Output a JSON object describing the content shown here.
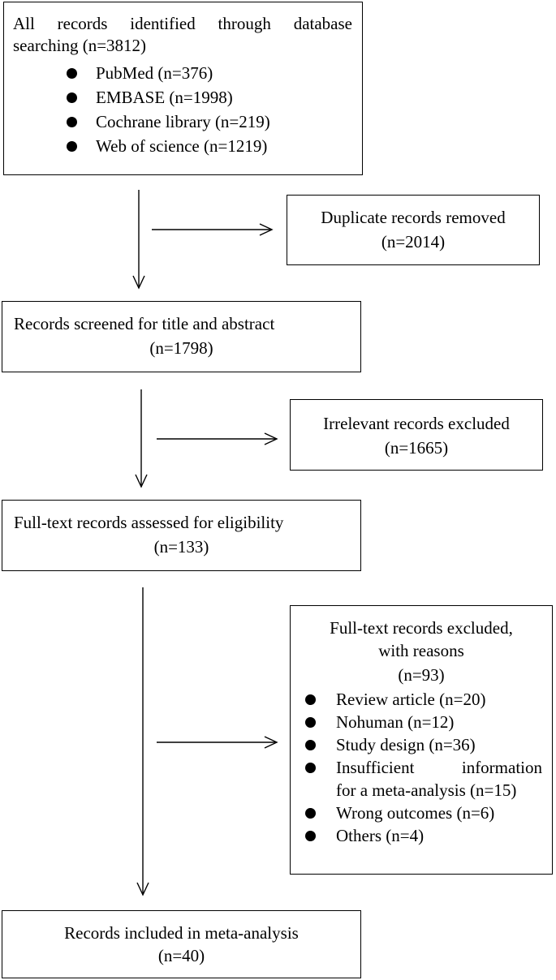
{
  "identification": {
    "line1": "All records identified through database",
    "line2_prefix": "searching",
    "line2_count": "(n=3812)",
    "sources": [
      "PubMed (n=376)",
      "EMBASE (n=1998)",
      "Cochrane library (n=219)",
      "Web of science (n=1219)"
    ]
  },
  "duplicates": {
    "label": "Duplicate records removed",
    "count": "(n=2014)"
  },
  "screened": {
    "label": "Records screened for title and abstract",
    "count": "(n=1798)"
  },
  "irrelevant": {
    "label": "Irrelevant records excluded",
    "count": "(n=1665)"
  },
  "fulltext": {
    "label": "Full-text records assessed for eligibility",
    "count": "(n=133)"
  },
  "excluded": {
    "line1": "Full-text records excluded,",
    "line2": "with reasons",
    "count": "(n=93)",
    "reasons": [
      "Review article (n=20)",
      "Nohuman (n=12)",
      "Study design (n=36)",
      "Insufficient information",
      "for a meta-analysis (n=15)",
      "Wrong outcomes (n=6)",
      "Others (n=4)"
    ]
  },
  "included": {
    "label": "Records included in meta-analysis",
    "count": "(n=40)"
  }
}
